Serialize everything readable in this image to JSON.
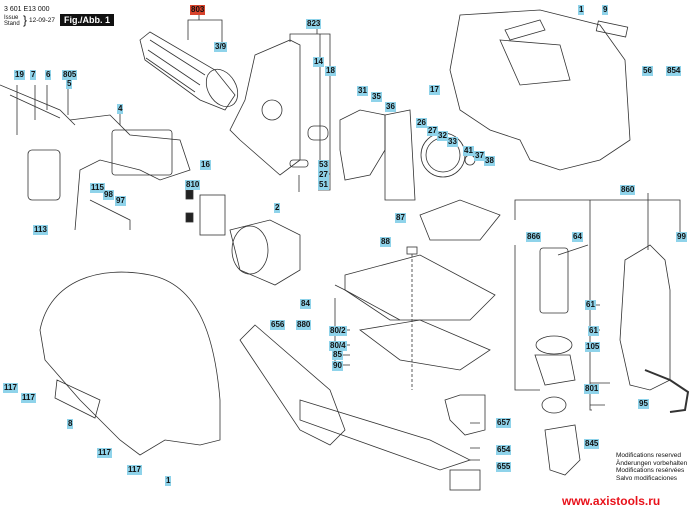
{
  "header": {
    "part_number": "3 601 E13 000",
    "issue_label_1": "Issue",
    "issue_label_2": "Stand",
    "issue_date": "12-09-27",
    "figure_label": "Fig./Abb. 1"
  },
  "callouts": [
    {
      "id": "803",
      "highlight": "red"
    },
    {
      "id": "3/9"
    },
    {
      "id": "823"
    },
    {
      "id": "14"
    },
    {
      "id": "18"
    },
    {
      "id": "53"
    },
    {
      "id": "27"
    },
    {
      "id": "51"
    },
    {
      "id": "1"
    },
    {
      "id": "9"
    },
    {
      "id": "56"
    },
    {
      "id": "854"
    },
    {
      "id": "17"
    },
    {
      "id": "19"
    },
    {
      "id": "7"
    },
    {
      "id": "6"
    },
    {
      "id": "805"
    },
    {
      "id": "5"
    },
    {
      "id": "4"
    },
    {
      "id": "115"
    },
    {
      "id": "98"
    },
    {
      "id": "97"
    },
    {
      "id": "113"
    },
    {
      "id": "16"
    },
    {
      "id": "810"
    },
    {
      "id": "2"
    },
    {
      "id": "31"
    },
    {
      "id": "35"
    },
    {
      "id": "36"
    },
    {
      "id": "26"
    },
    {
      "id": "27"
    },
    {
      "id": "32"
    },
    {
      "id": "33"
    },
    {
      "id": "41"
    },
    {
      "id": "37"
    },
    {
      "id": "38"
    },
    {
      "id": "87"
    },
    {
      "id": "88"
    },
    {
      "id": "84"
    },
    {
      "id": "880"
    },
    {
      "id": "80/2"
    },
    {
      "id": "80/4"
    },
    {
      "id": "85"
    },
    {
      "id": "90"
    },
    {
      "id": "656"
    },
    {
      "id": "657"
    },
    {
      "id": "654"
    },
    {
      "id": "655"
    },
    {
      "id": "860"
    },
    {
      "id": "866"
    },
    {
      "id": "64"
    },
    {
      "id": "99"
    },
    {
      "id": "61"
    },
    {
      "id": "61"
    },
    {
      "id": "105"
    },
    {
      "id": "801"
    },
    {
      "id": "95"
    },
    {
      "id": "845"
    },
    {
      "id": "117"
    },
    {
      "id": "117"
    },
    {
      "id": "8"
    },
    {
      "id": "117"
    },
    {
      "id": "117"
    },
    {
      "id": "1"
    }
  ],
  "notes": {
    "line1": "Modifications reserved",
    "line2": "Änderungen vorbehalten",
    "line3": "Modifications resérvées",
    "line4": "Salvo modificaciones"
  },
  "watermark": "www.axistools.ru",
  "colors": {
    "callout_bg": "#8fd3ea",
    "callout_highlight": "#d8432c",
    "watermark": "#e8111a",
    "line": "#222222"
  }
}
